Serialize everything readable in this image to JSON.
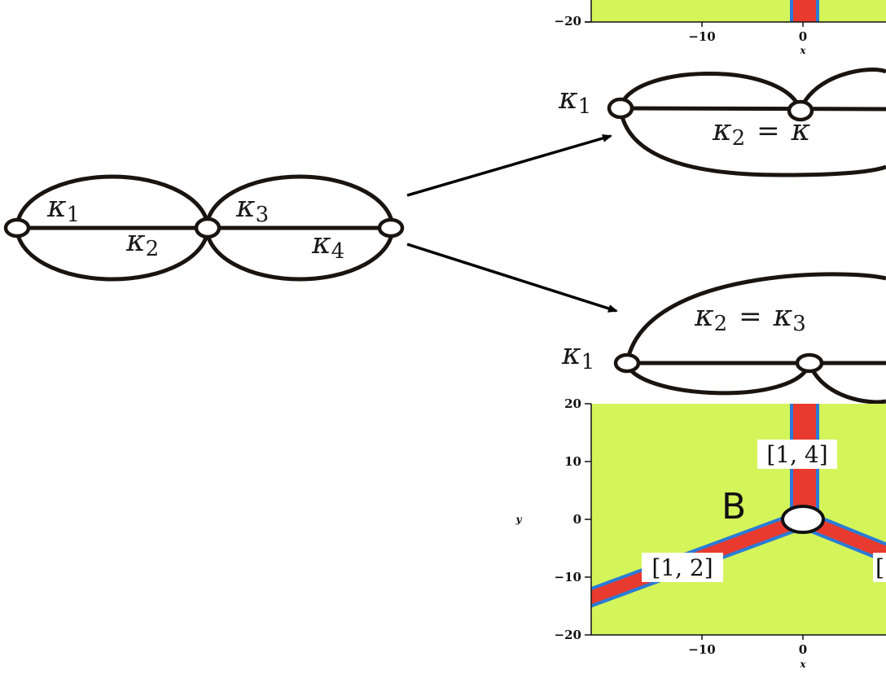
{
  "left_graph": {
    "k1": {
      "sym": "κ",
      "sub": "1"
    },
    "k2": {
      "sym": "κ",
      "sub": "2"
    },
    "k3": {
      "sym": "κ",
      "sub": "3"
    },
    "k4": {
      "sym": "κ",
      "sub": "4"
    }
  },
  "upper_graph": {
    "k1": {
      "sym": "κ",
      "sub": "1"
    },
    "eq": {
      "lhs_sym": "κ",
      "lhs_sub": "2",
      "op": "=",
      "rhs_sym": "κ"
    }
  },
  "lower_graph": {
    "k1": {
      "sym": "κ",
      "sub": "1"
    },
    "eq": {
      "lhs_sym": "κ",
      "lhs_sub": "2",
      "op": "=",
      "rhs_sym": "κ",
      "rhs_sub": "3"
    }
  },
  "top_plot": {
    "y_ticks": [
      "−20"
    ],
    "x_ticks": [
      "−10",
      "0"
    ],
    "x_label": "x"
  },
  "bottom_plot": {
    "y_ticks": [
      "20",
      "10",
      "0",
      "−10",
      "−20"
    ],
    "x_ticks": [
      "−10",
      "0"
    ],
    "x_label": "x",
    "y_label": "y",
    "vertex_label": "B",
    "region_labels": {
      "top": "[1, 4]",
      "left": "[1, 2]",
      "right": "["
    }
  },
  "colors": {
    "background": "#d4f55a",
    "soliton": "#e83a2e",
    "edge": "#2a7bd6",
    "ink": "#1a1410"
  }
}
